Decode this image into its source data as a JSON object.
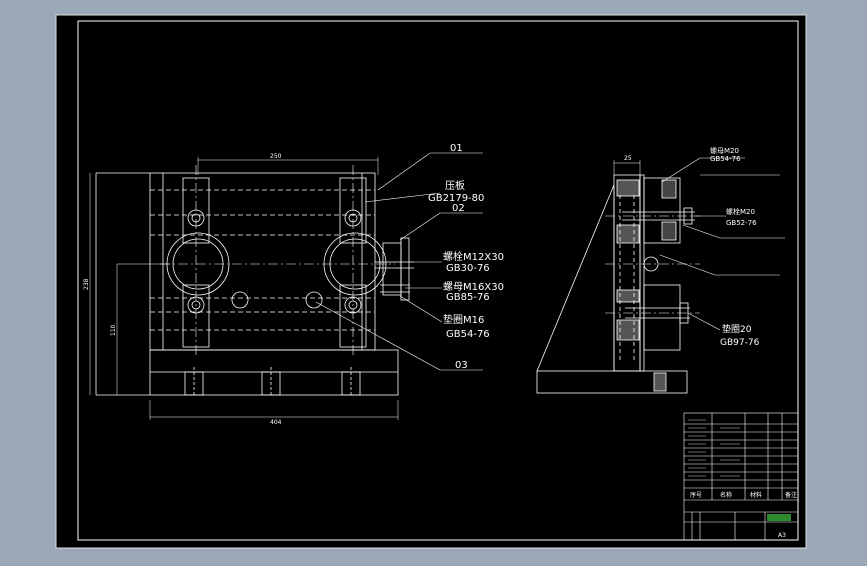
{
  "colors": {
    "desktop": "#9aa8b8",
    "paper": "#000000",
    "line": "#ffffff",
    "accent": "#2c8a2c"
  },
  "front_view": {
    "dim_top": "250",
    "dim_left_outer": "238",
    "dim_left_inner": "110",
    "dim_bottom": "404"
  },
  "labels": {
    "l01": "01",
    "l02": "02",
    "l03": "03",
    "plate_name": "压板",
    "plate_std": "GB2179-80",
    "bolt_name": "螺栓M12X30",
    "bolt_std": "GB30-76",
    "nut_name": "螺母M16X30",
    "nut_std": "GB85-76",
    "washer_name": "垫圈M16",
    "washer_std": "GB54-76"
  },
  "side_view": {
    "dim_top": "25",
    "lbl_a_name": "螺母M20",
    "lbl_a_std": "GB54-76",
    "lbl_b_name": "螺栓M20",
    "lbl_b_std": "GB52-76",
    "lbl_c_name": "垫圈20",
    "lbl_c_std": "GB97-76"
  },
  "title_block": {
    "header_seq": "序号",
    "header_name": "名称",
    "header_material": "材料",
    "header_qty": "备注",
    "sheet_ref": "A3"
  }
}
